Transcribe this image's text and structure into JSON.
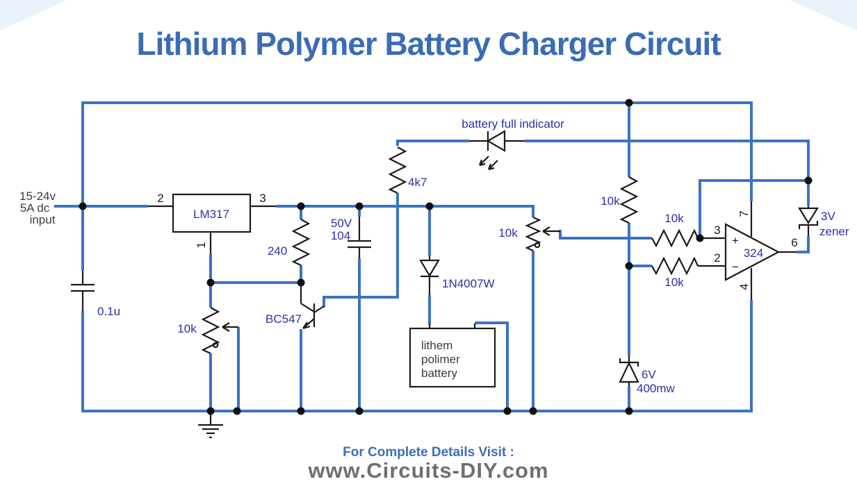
{
  "title": "Lithium Polymer Battery Charger Circuit",
  "footer": {
    "visit": "For Complete Details Visit :",
    "site": "www.Circuits-DIY.com"
  },
  "colors": {
    "wire_blue": "#3b73c4",
    "label_blue": "#2b2fa8",
    "title_blue": "#3a6cb6",
    "footer_gray": "#6f6f6f"
  },
  "power_input": {
    "line1": "15-24v",
    "line2": "5A dc",
    "line3": "input"
  },
  "regulator": {
    "label": "LM317",
    "pin_in": "2",
    "pin_out": "3",
    "pin_adj": "1"
  },
  "input_cap": {
    "label": "0.1u"
  },
  "pot_left": {
    "label": "10k"
  },
  "r240": {
    "label": "240"
  },
  "transistor": {
    "label": "BC547"
  },
  "filter_cap": {
    "voltage": "50V",
    "code": "104"
  },
  "r4k7": {
    "label": "4k7"
  },
  "led": {
    "label": "battery full indicator"
  },
  "diode": {
    "label": "1N4007W"
  },
  "battery": {
    "line1": "lithem",
    "line2": "polimer",
    "line3": "battery"
  },
  "pot_mid": {
    "label": "10k"
  },
  "r_divider": {
    "label": "10k"
  },
  "r_plus": {
    "label": "10k"
  },
  "r_minus": {
    "label": "10k"
  },
  "opamp": {
    "label": "324",
    "plus": "+",
    "minus": "−",
    "pin_plus": "3",
    "pin_minus": "2",
    "pin_vcc": "7",
    "pin_gnd": "4",
    "pin_out": "6"
  },
  "zener_3v": {
    "value": "3V",
    "type": "zener"
  },
  "zener_6v": {
    "value": "6V",
    "power": "400mw"
  }
}
